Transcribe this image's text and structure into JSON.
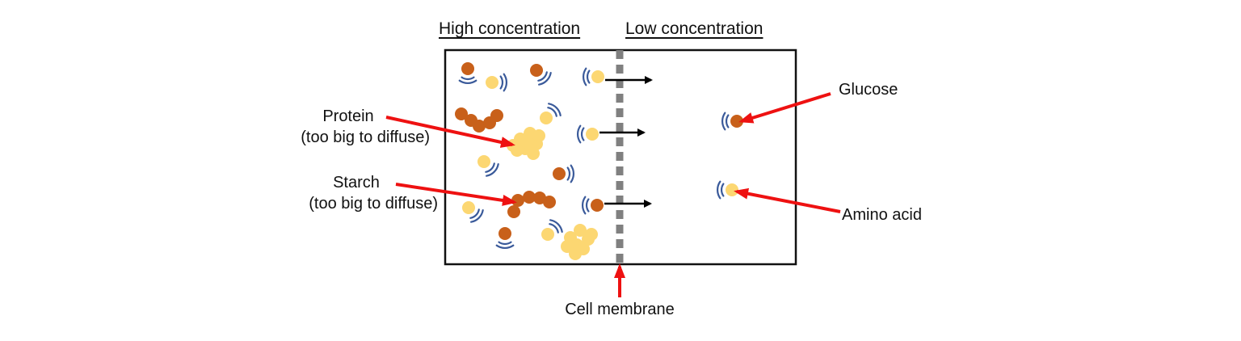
{
  "headers": {
    "high": "High concentration",
    "low": "Low concentration"
  },
  "labels": {
    "protein_line1": "Protein",
    "protein_line2": "(too big to diffuse)",
    "starch_line1": "Starch",
    "starch_line2": "(too big to diffuse)",
    "glucose": "Glucose",
    "amino_acid": "Amino acid",
    "cell_membrane": "Cell membrane"
  },
  "colors": {
    "glucose": "#c8601a",
    "amino_acid": "#fcd772",
    "motion_lines": "#3a5a9a",
    "pointer_arrow": "#ee1111",
    "membrane": "#808080",
    "box_border": "#111111",
    "transport_arrow": "#000000"
  }
}
